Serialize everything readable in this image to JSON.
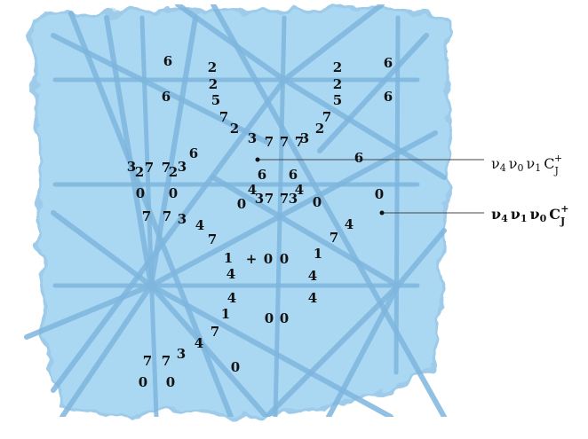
{
  "diagram": {
    "colors": {
      "panel_fill": "#aad8f3",
      "panel_edge": "#9dcbe9",
      "line_color": "#7fb6dd",
      "text_color": "#111111",
      "callout_line": "#444444"
    },
    "grid_labels": [
      {
        "id": "a1",
        "text": "6"
      },
      {
        "id": "a2",
        "text": "2"
      },
      {
        "id": "a3",
        "text": "2"
      },
      {
        "id": "a4",
        "text": "6"
      },
      {
        "id": "b1",
        "text": "6"
      },
      {
        "id": "b2",
        "text": "2"
      },
      {
        "id": "b3",
        "text": "5"
      },
      {
        "id": "b4",
        "text": "2"
      },
      {
        "id": "b5",
        "text": "5"
      },
      {
        "id": "b6",
        "text": "6"
      },
      {
        "id": "c1",
        "text": "7"
      },
      {
        "id": "c2",
        "text": "2"
      },
      {
        "id": "c3",
        "text": "7"
      },
      {
        "id": "c4",
        "text": "2"
      },
      {
        "id": "d1",
        "text": "3"
      },
      {
        "id": "d2",
        "text": "7"
      },
      {
        "id": "d3",
        "text": "7"
      },
      {
        "id": "d4",
        "text": "7"
      },
      {
        "id": "d5",
        "text": "3"
      },
      {
        "id": "e1",
        "text": "6"
      },
      {
        "id": "e2",
        "text": "6"
      },
      {
        "id": "f1",
        "text": "3"
      },
      {
        "id": "f2",
        "text": "2"
      },
      {
        "id": "f3",
        "text": "7"
      },
      {
        "id": "f4",
        "text": "7"
      },
      {
        "id": "f5",
        "text": "2"
      },
      {
        "id": "f6",
        "text": "3"
      },
      {
        "id": "g1",
        "text": "0"
      },
      {
        "id": "g2",
        "text": "0"
      },
      {
        "id": "h1",
        "text": "6"
      },
      {
        "id": "h2",
        "text": "6"
      },
      {
        "id": "i1",
        "text": "4"
      },
      {
        "id": "i2",
        "text": "3"
      },
      {
        "id": "i3",
        "text": "7"
      },
      {
        "id": "i4",
        "text": "7"
      },
      {
        "id": "i5",
        "text": "3"
      },
      {
        "id": "i6",
        "text": "4"
      },
      {
        "id": "j1",
        "text": "0"
      },
      {
        "id": "j2",
        "text": "0"
      },
      {
        "id": "j3",
        "text": "0"
      },
      {
        "id": "k1",
        "text": "7"
      },
      {
        "id": "k2",
        "text": "7"
      },
      {
        "id": "k3",
        "text": "3"
      },
      {
        "id": "l1",
        "text": "4"
      },
      {
        "id": "l2",
        "text": "7"
      },
      {
        "id": "m1",
        "text": "7"
      },
      {
        "id": "m2",
        "text": "4"
      },
      {
        "id": "n1",
        "text": "1"
      },
      {
        "id": "n2",
        "text": "+"
      },
      {
        "id": "n3",
        "text": "0"
      },
      {
        "id": "n4",
        "text": "0"
      },
      {
        "id": "n5",
        "text": "1"
      },
      {
        "id": "o1",
        "text": "4"
      },
      {
        "id": "o2",
        "text": "4"
      },
      {
        "id": "p1",
        "text": "4"
      },
      {
        "id": "p2",
        "text": "4"
      },
      {
        "id": "q1",
        "text": "1"
      },
      {
        "id": "q2",
        "text": "0"
      },
      {
        "id": "q3",
        "text": "0"
      },
      {
        "id": "r1",
        "text": "7"
      },
      {
        "id": "r2",
        "text": "4"
      },
      {
        "id": "s1",
        "text": "3"
      },
      {
        "id": "s2",
        "text": "7"
      },
      {
        "id": "s3",
        "text": "7"
      },
      {
        "id": "s4",
        "text": "0"
      },
      {
        "id": "t1",
        "text": "0"
      },
      {
        "id": "t2",
        "text": "0"
      },
      {
        "id": "x6",
        "text": "6"
      },
      {
        "id": "x0",
        "text": "0"
      }
    ],
    "callouts": [
      {
        "id": "callout-1",
        "prefix": "ν",
        "sub1": "4",
        "mid1": "ν",
        "sub2": "0",
        "mid2": "ν",
        "sub3": "1",
        "tail": "C",
        "tail_sub": "J",
        "tail_sup": "+"
      },
      {
        "id": "callout-2",
        "prefix": "ν",
        "sub1": "4",
        "mid1": "ν",
        "sub2": "1",
        "mid2": "ν",
        "sub3": "0",
        "tail": "C",
        "tail_sub": "J",
        "tail_sup": "+"
      }
    ]
  }
}
